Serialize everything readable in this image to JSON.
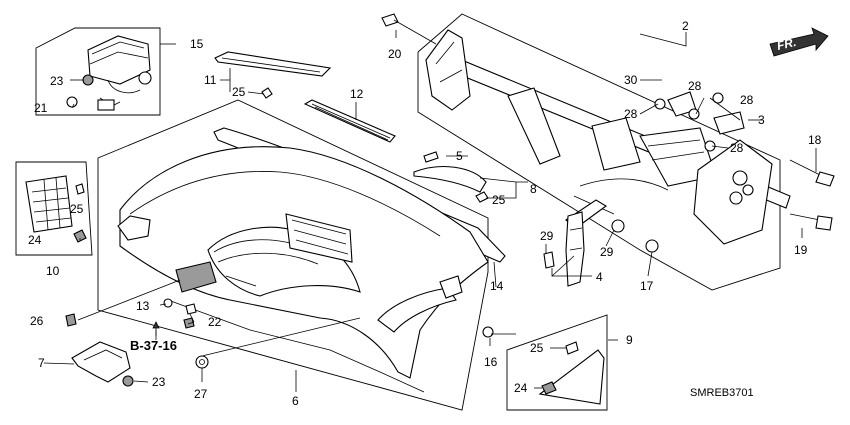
{
  "diagram": {
    "direction_label": "FR.",
    "reference_label": "B-37-16",
    "drawing_code": "SMREB3701",
    "callouts": {
      "c1": "2",
      "c2": "3",
      "c3": "4",
      "c4": "5",
      "c5": "6",
      "c6": "7",
      "c7": "8",
      "c8": "9",
      "c9": "10",
      "c10": "11",
      "c11": "12",
      "c12": "13",
      "c13": "14",
      "c14": "15",
      "c15": "16",
      "c16": "17",
      "c17": "18",
      "c18": "19",
      "c19": "20",
      "c20": "21",
      "c21": "22",
      "c22": "23",
      "c23": "23",
      "c24": "24",
      "c25": "24",
      "c26": "25",
      "c27": "25",
      "c28": "25",
      "c29": "25",
      "c30": "26",
      "c31": "27",
      "c32": "28",
      "c33": "28",
      "c34": "28",
      "c35": "28",
      "c36": "29",
      "c37": "29",
      "c38": "30"
    }
  }
}
